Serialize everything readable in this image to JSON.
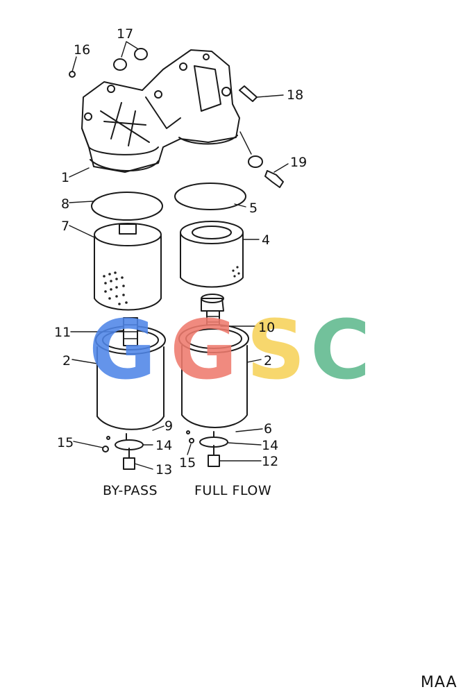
{
  "parts": [
    {
      "number": "16"
    },
    {
      "number": "17"
    },
    {
      "number": "18"
    },
    {
      "number": "19"
    },
    {
      "number": "1"
    },
    {
      "number": "8"
    },
    {
      "number": "5"
    },
    {
      "number": "7"
    },
    {
      "number": "4"
    },
    {
      "number": "11"
    },
    {
      "number": "10"
    },
    {
      "number": "2"
    },
    {
      "number": "2"
    },
    {
      "number": "9"
    },
    {
      "number": "6"
    },
    {
      "number": "15"
    },
    {
      "number": "14"
    },
    {
      "number": "14"
    },
    {
      "number": "15"
    },
    {
      "number": "13"
    },
    {
      "number": "12"
    }
  ],
  "captions": {
    "left": "BY-PASS",
    "right": "FULL FLOW"
  },
  "watermark": {
    "letters": [
      "G",
      "G",
      "S",
      "C"
    ],
    "colors": [
      "#4f86e8",
      "#ef7b6e",
      "#f6d25a",
      "#5fb98e"
    ]
  },
  "drawing_code": "MAA"
}
